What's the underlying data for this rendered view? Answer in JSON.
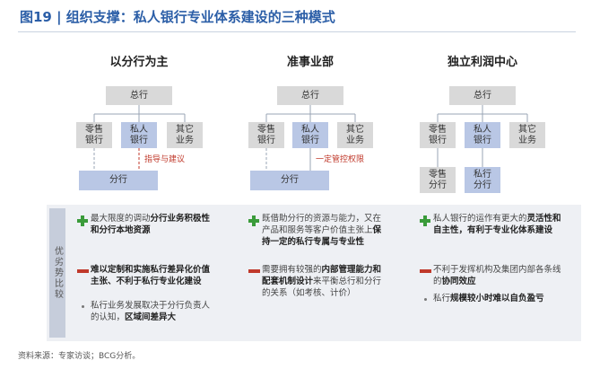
{
  "title": "图19 | 组织支撑：私人银行专业体系建设的三种模式",
  "modes": [
    {
      "title": "以分行为主",
      "hq": "总行",
      "retail": [
        "零售",
        "银行"
      ],
      "private": [
        "私人",
        "银行"
      ],
      "other": [
        "其它",
        "业务"
      ],
      "branch": "分行",
      "note": "指导与建议",
      "pros": [
        {
          "text_plain": "最大限度的调动",
          "text_bold": "分行业务积极性和分行本地资源"
        }
      ],
      "cons": [
        {
          "text_bold": "难以定制和实施私行差异化价值主张、不利于私行专业化建设"
        }
      ],
      "bullets": [
        {
          "text_plain": "私行业务发展取决于分行负责人的认知，",
          "text_bold": "区域间差异大"
        }
      ]
    },
    {
      "title": "准事业部",
      "hq": "总行",
      "retail": [
        "零售",
        "银行"
      ],
      "private": [
        "私人",
        "银行"
      ],
      "other": [
        "其它",
        "业务"
      ],
      "branch": "分行",
      "note": "一定管控权限",
      "pros": [
        {
          "text_plain_1": "既借助分行的资源与能力，又在产品和服务等客户价值主张上",
          "text_bold": "保持一定的私行专属与专业性"
        }
      ],
      "cons": [
        {
          "text_plain_1": "需要拥有较强的",
          "text_bold": "内部管理能力和配套机制设计",
          "text_plain_2": "来平衡总行和分行的关系（如考核、计价）"
        }
      ]
    },
    {
      "title": "独立利润中心",
      "hq": "总行",
      "retail": [
        "零售",
        "银行"
      ],
      "private": [
        "私人",
        "银行"
      ],
      "other": [
        "其它",
        "业务"
      ],
      "sub_retail": [
        "零售",
        "分行"
      ],
      "sub_private": [
        "私行",
        "分行"
      ],
      "pros": [
        {
          "text_plain": "私人银行的运作有更大的",
          "text_bold": "灵活性和自主性，有利于专业化体系建设"
        }
      ],
      "cons": [
        {
          "text_plain": "不利于发挥机构及集团内部各条线的",
          "text_bold": "协同效应"
        }
      ],
      "bullets": [
        {
          "text_plain": "私行",
          "text_bold": "规模较小时难以自负盈亏"
        }
      ]
    }
  ],
  "adv_label": "优劣势比较",
  "source": "资料来源：专家访谈；BCG分析。",
  "colors": {
    "title": "#2b5ea7",
    "box_gray": "#d9d9d9",
    "box_blue": "#b9c7e5",
    "plus": "#3a9b3a",
    "minus": "#c0392b"
  }
}
